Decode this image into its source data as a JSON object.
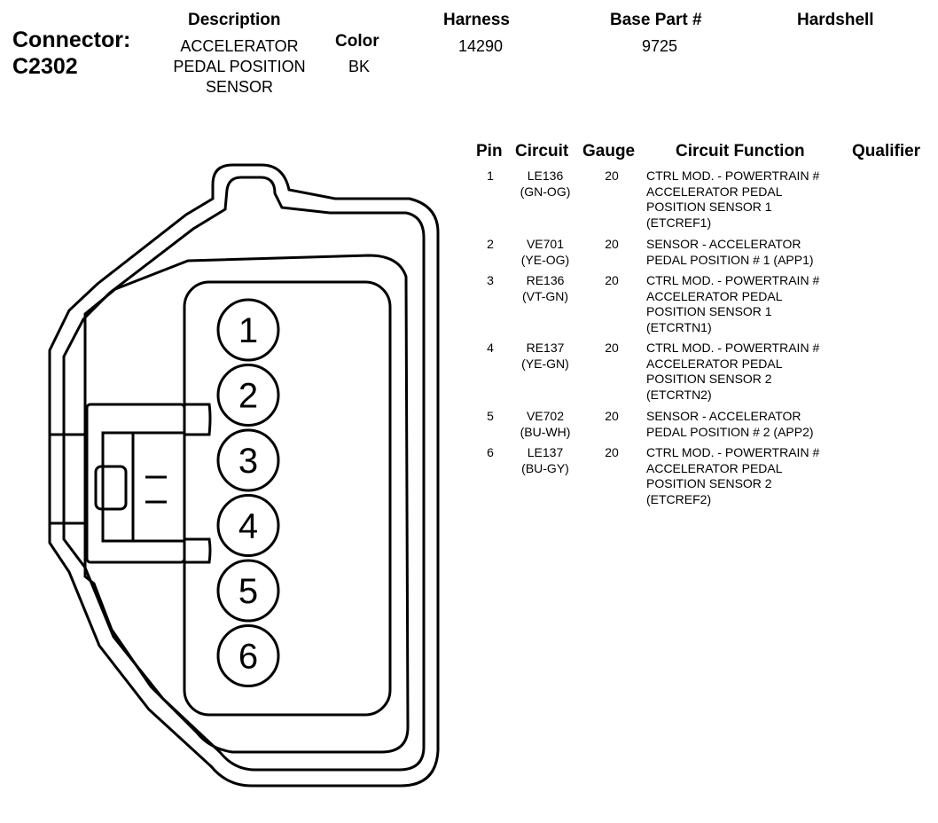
{
  "connector": {
    "label": "Connector:",
    "id": "C2302"
  },
  "headers": {
    "description": "Description",
    "color": "Color",
    "harness": "Harness",
    "base_part": "Base Part #",
    "hardshell": "Hardshell"
  },
  "values": {
    "description_lines": [
      "ACCELERATOR",
      "PEDAL POSITION",
      "SENSOR"
    ],
    "color": "BK",
    "harness": "14290",
    "base_part": "9725",
    "hardshell": ""
  },
  "table": {
    "columns": {
      "pin": "Pin",
      "circuit": "Circuit",
      "gauge": "Gauge",
      "function": "Circuit Function",
      "qualifier": "Qualifier"
    },
    "rows": [
      {
        "pin": "1",
        "circuit": "LE136",
        "color": "(GN-OG)",
        "gauge": "20",
        "function_lines": [
          "CTRL MOD. - POWERTRAIN #",
          "ACCELERATOR PEDAL",
          "POSITION SENSOR 1",
          "(ETCREF1)"
        ],
        "qualifier": ""
      },
      {
        "pin": "2",
        "circuit": "VE701",
        "color": "(YE-OG)",
        "gauge": "20",
        "function_lines": [
          "SENSOR - ACCELERATOR",
          "PEDAL POSITION # 1 (APP1)"
        ],
        "qualifier": ""
      },
      {
        "pin": "3",
        "circuit": "RE136",
        "color": "(VT-GN)",
        "gauge": "20",
        "function_lines": [
          "CTRL MOD. - POWERTRAIN #",
          "ACCELERATOR PEDAL",
          "POSITION SENSOR 1",
          "(ETCRTN1)"
        ],
        "qualifier": ""
      },
      {
        "pin": "4",
        "circuit": "RE137",
        "color": "(YE-GN)",
        "gauge": "20",
        "function_lines": [
          "CTRL MOD. - POWERTRAIN #",
          "ACCELERATOR PEDAL",
          "POSITION SENSOR 2",
          "(ETCRTN2)"
        ],
        "qualifier": ""
      },
      {
        "pin": "5",
        "circuit": "VE702",
        "color": "(BU-WH)",
        "gauge": "20",
        "function_lines": [
          "SENSOR - ACCELERATOR",
          "PEDAL POSITION # 2 (APP2)"
        ],
        "qualifier": ""
      },
      {
        "pin": "6",
        "circuit": "LE137",
        "color": "(BU-GY)",
        "gauge": "20",
        "function_lines": [
          "CTRL MOD. - POWERTRAIN #",
          "ACCELERATOR PEDAL",
          "POSITION SENSOR 2",
          "(ETCREF2)"
        ],
        "qualifier": ""
      }
    ]
  },
  "diagram": {
    "cavity_labels": [
      "1",
      "2",
      "3",
      "4",
      "5",
      "6"
    ]
  }
}
